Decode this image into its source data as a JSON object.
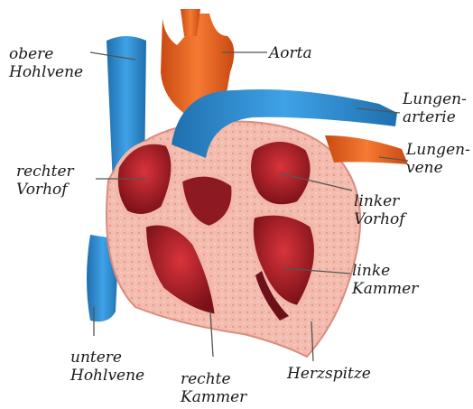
{
  "labels": {
    "obere_hohlvene": [
      "obere",
      "Hohlvene"
    ],
    "aorta": [
      "Aorta"
    ],
    "lungenarterie": [
      "Lungen-",
      "arterie"
    ],
    "lungenvene": [
      "Lungen-",
      "vene"
    ],
    "rechter_vorhof": [
      "rechter",
      "Vorhof"
    ],
    "linker_vorhof": [
      "linker",
      "Vorhof"
    ],
    "linke_kammer": [
      "linke",
      "Kammer"
    ],
    "untere_hohlvene": [
      "untere",
      "Hohlvene"
    ],
    "rechte_kammer": [
      "rechte",
      "Kammer"
    ],
    "herzspitze": [
      "Herzspitze"
    ]
  },
  "colors": {
    "vein_blue": "#2f8fd4",
    "vein_blue_dark": "#1f6fae",
    "aorta_orange": "#f0641e",
    "aorta_orange_dark": "#c94a12",
    "muscle_pink": "#f2b7aa",
    "chamber_red": "#b3202a",
    "chamber_dark": "#6e1018",
    "leader_line": "#555555"
  }
}
